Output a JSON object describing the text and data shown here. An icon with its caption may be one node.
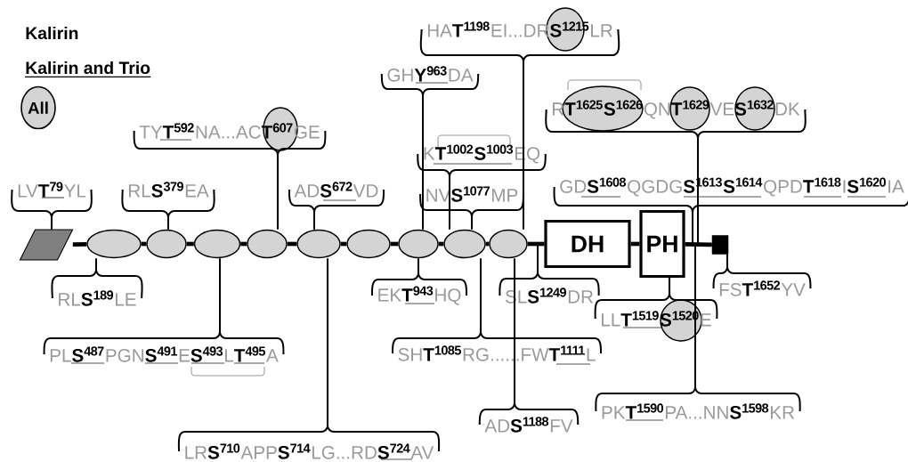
{
  "diagram": {
    "nodes": [
      {
        "text": [],
        "shape": "parallelogram"
      },
      {
        "text": [],
        "shape": "ellipse"
      },
      {
        "text": [],
        "shape": "ellipse"
      },
      {
        "text": [],
        "shape": "ellipse"
      },
      {
        "text": [],
        "shape": "ellipse"
      },
      {
        "text": [],
        "shape": "ellipse"
      },
      {
        "text": [],
        "shape": "ellipse"
      },
      {
        "text": [],
        "shape": "ellipse"
      },
      {
        "text": [],
        "shape": "ellipse"
      },
      {
        "text": [],
        "shape": "ellipse"
      },
      {
        "text": [
          "DH"
        ]
      },
      {
        "text": [
          "PH"
        ]
      },
      {
        "text": [],
        "shape": "box"
      },
      {
        "text": [
          "HA**T**$^{1198}$EI...DR**S**$^{1215}$LR"
        ]
      },
      {
        "text": [
          "GH**Y**$^{963}$DA"
        ]
      },
      {
        "text": [
          "R**T**$^{1625}$**S**$^{1626}$QN**T**$^{1629}$VE**S**$^{1632}$DK"
        ]
      },
      {
        "text": [
          "TY**T**$^{592}$NA...AC**T**$^{607}$GE"
        ]
      },
      {
        "text": [
          "K**T**$^{1002}$**S**$^{1003}$EQ"
        ]
      },
      {
        "text": [
          "LV**T**$^{79}$YL"
        ]
      },
      {
        "text": [
          "RL**S**$^{379}$EA"
        ]
      },
      {
        "text": [
          "AD**S**$^{672}$VD"
        ]
      },
      {
        "text": [
          "NV**S**$^{1077}$MP"
        ]
      },
      {
        "text": [
          "GD**S**$^{1608}$QGDG**S**$^{1613}$**S**$^{1614}$QPD**T**$^{1618}$I**S**$^{1620}$IA"
        ]
      },
      {
        "text": [
          "RL**S**$^{189}$LE"
        ]
      },
      {
        "text": [
          "EK**T**$^{943}$HQ"
        ]
      },
      {
        "text": [
          "SL**S**$^{1249}$DR"
        ]
      },
      {
        "text": [
          "FS**T**$^{1652}$YV"
        ]
      },
      {
        "text": [
          "LL**T**$^{1519}$**S**$^{1520}$E"
        ]
      },
      {
        "text": [
          "PL**S**$^{487}$PGN**S**$^{491}$E**S**$^{493}$L**T**$^{495}$A"
        ]
      },
      {
        "text": [
          "SH**T**$^{1085}$RG......FW**T**$^{1111}$L"
        ]
      },
      {
        "text": [
          "AD**S**$^{1188}$FV"
        ]
      },
      {
        "text": [
          "PK**T**$^{1590}$PA...NN**S**$^{1598}$KR"
        ]
      },
      {
        "text": [
          "LR**S**$^{710}$APP**S**$^{714}$LG...RD**S**$^{724}$AV"
        ]
      }
    ],
    "edges": [
      {
        "from": 0,
        "to": 1,
        "arrow": "none",
        "style": "thick"
      },
      {
        "from": 1,
        "to": 2,
        "arrow": "none",
        "style": "thick"
      },
      {
        "from": 2,
        "to": 3,
        "arrow": "none",
        "style": "thick"
      },
      {
        "from": 3,
        "to": 4,
        "arrow": "none",
        "style": "thick"
      },
      {
        "from": 4,
        "to": 5,
        "arrow": "none",
        "style": "thick"
      },
      {
        "from": 5,
        "to": 6,
        "arrow": "none",
        "style": "thick"
      },
      {
        "from": 6,
        "to": 7,
        "arrow": "none",
        "style": "thick"
      },
      {
        "from": 7,
        "to": 8,
        "arrow": "none",
        "style": "thick"
      },
      {
        "from": 8,
        "to": 9,
        "arrow": "none",
        "style": "thick"
      },
      {
        "from": 9,
        "to": 10,
        "arrow": "none",
        "style": "thick"
      },
      {
        "from": 10,
        "to": 11,
        "arrow": "none",
        "style": "thick"
      },
      {
        "from": 11,
        "to": 12,
        "arrow": "none",
        "style": "thick"
      },
      {
        "from": 13,
        "to": 9,
        "arrow": "none"
      },
      {
        "from": 14,
        "to": 7,
        "arrow": "none"
      },
      {
        "from": 15,
        "to": 12,
        "arrow": "none"
      },
      {
        "from": 16,
        "to": 4,
        "arrow": "none"
      },
      {
        "from": 17,
        "to": 8,
        "arrow": "none"
      },
      {
        "from": 18,
        "to": 0,
        "arrow": "none"
      },
      {
        "from": 19,
        "to": 2,
        "arrow": "none"
      },
      {
        "from": 20,
        "to": 5,
        "arrow": "none"
      },
      {
        "from": 21,
        "to": 8,
        "arrow": "none"
      },
      {
        "from": 22,
        "to": 11,
        "arrow": "none"
      },
      {
        "from": 23,
        "to": 1,
        "arrow": "none"
      },
      {
        "from": 24,
        "to": 7,
        "arrow": "none"
      },
      {
        "from": 25,
        "to": 10,
        "arrow": "none"
      },
      {
        "from": 26,
        "to": 12,
        "arrow": "none"
      },
      {
        "from": 27,
        "to": 11,
        "arrow": "none"
      },
      {
        "from": 28,
        "to": 3,
        "arrow": "none"
      },
      {
        "from": 29,
        "to": 8,
        "arrow": "none"
      },
      {
        "from": 30,
        "to": 9,
        "arrow": "none"
      },
      {
        "from": 31,
        "to": null,
        "arrow": "none"
      },
      {
        "from": 32,
        "to": 5,
        "arrow": "none"
      }
    ],
    "legend": [
      {
        "text": "Kalirin"
      },
      {
        "text": "Kalirin and Trio"
      },
      {
        "text": "All"
      }
    ]
  }
}
